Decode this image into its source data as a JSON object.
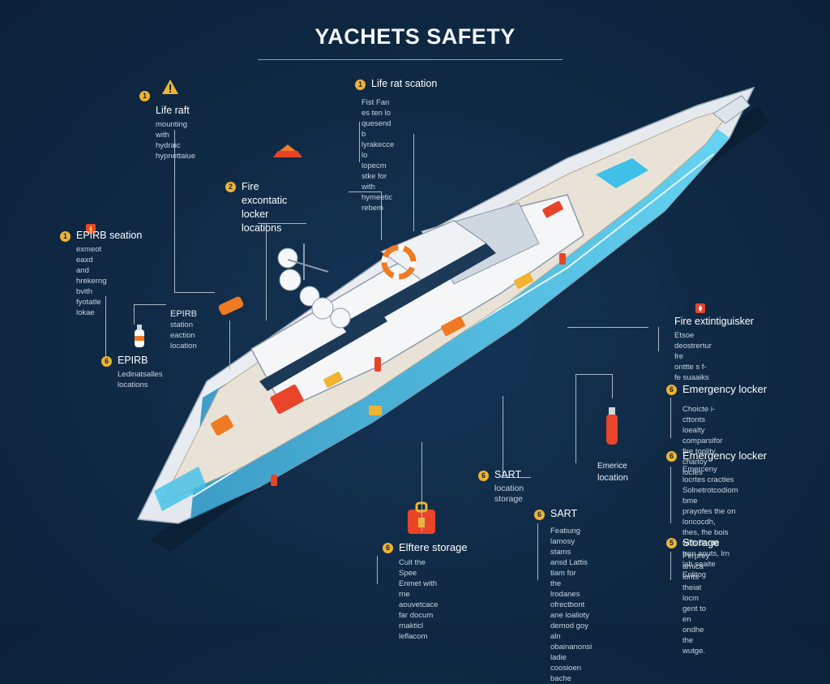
{
  "title": "YACHETS SAFETY",
  "callouts": {
    "liferaft_left": {
      "num": "1",
      "head": "Life raft",
      "desc": "mounting with hydraic\nhypnettaiue"
    },
    "liferaft_station": {
      "num": "1",
      "head": "Life rat scation",
      "desc": "Fist Fan es ten lo quesend b\nlyrakecce lo lopecm stke for\nwith hymeetic rebem"
    },
    "fire_locker": {
      "num": "2",
      "head": "Fire excontatic locker\nlocations",
      "desc": ""
    },
    "epirb_station": {
      "num": "1",
      "head": "EPIRB seation",
      "desc": "exmeot eaxd and\nhrekerng bvith\nfyotatle lokae"
    },
    "epirb_locations": {
      "num": "6",
      "head": "EPIRB",
      "desc": "Ledinatsalles\nlocations"
    },
    "fire_extinguisher": {
      "num": "",
      "head": "Fire extintiguisker",
      "desc": "Etsoe deostrertur fre\nonttte s f-fe suaaiks"
    },
    "emergency_locker_1": {
      "num": "6",
      "head": "Emergency locker",
      "desc": "Choicte i-cttonts loealty\ncomparsifor fire toplity\ncharloy loctes"
    },
    "emergency_locker_2": {
      "num": "6",
      "head": "Emergency locker",
      "desc": "Emerceny locrtes cracties\nSolnetrotcodiom bme\nprayofes the on loncocdh,\nthes, fhe bois with Berda\ntren aouts, lrn lah seaite\nEnlitog"
    },
    "sart_center": {
      "num": "6",
      "head": "SART",
      "desc": "location\nstorage"
    },
    "sart_bottom": {
      "num": "6",
      "head": "SART",
      "desc": "Featiung lamosy stams\nansd Lattis tiam for\nthe lrodanes ofrectbont\nane loalioty demod goy aln\nobainanonsi ladie\ncoosioen bache"
    },
    "storage": {
      "num": "5",
      "head": "Storage",
      "desc": "Perprey arnica lonts\ntheiat locm gent to en\nondhe the wutge."
    },
    "lifetre_storage": {
      "num": "6",
      "head": "Elftere storage",
      "desc": "Cult the Spee Enmet with\nrne aouvetcace far docum\nrnakticl leflacom"
    }
  },
  "labels": {
    "epirb_mid": {
      "head": "EPIRB",
      "sub": "station\neaction\nlocation"
    },
    "emergency_mid": {
      "head": "Emerice",
      "sub": "location"
    }
  },
  "colors": {
    "background": "#0f2944",
    "accent": "#f0b431",
    "hull": "#f2f5f8",
    "deck_blue": "#2aa9d6",
    "safety_red": "#e8442a",
    "safety_orange": "#f07a24"
  },
  "icons": [
    "warning-triangle-icon",
    "life-raft-icon",
    "fire-extinguisher-icon",
    "emergency-bag-icon",
    "fire-icon"
  ]
}
